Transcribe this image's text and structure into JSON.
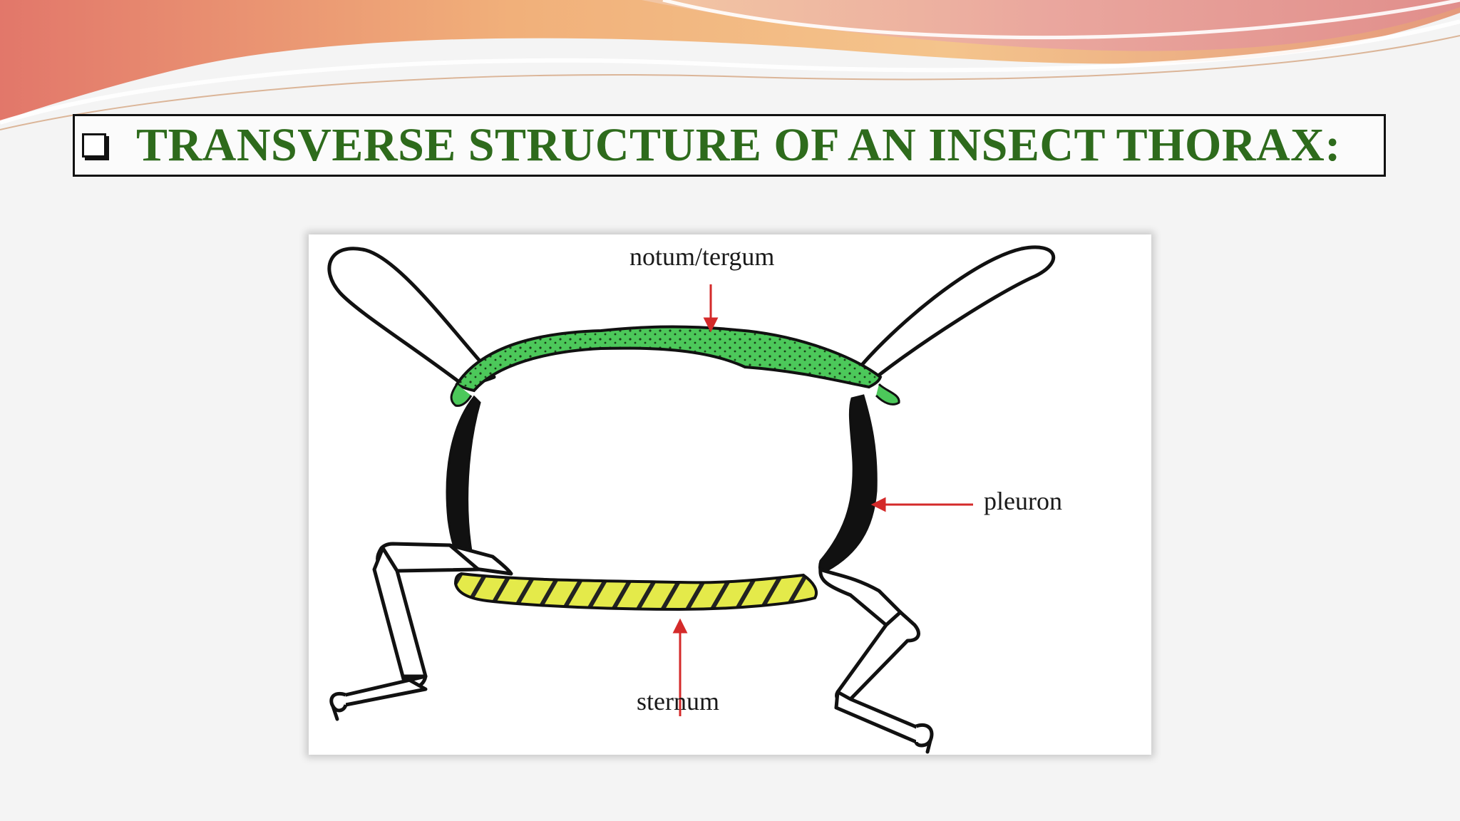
{
  "slide": {
    "title": "TRANSVERSE STRUCTURE OF AN INSECT THORAX:"
  },
  "diagram": {
    "labels": {
      "notum": "notum/tergum",
      "pleuron": "pleuron",
      "sternum": "sternum"
    },
    "colors": {
      "title": "#2e6b1c",
      "notum_fill": "#4cc85a",
      "sternum_fill": "#e4ea4a",
      "pleuron_fill": "#111111",
      "arrow": "#d42a2a"
    }
  }
}
